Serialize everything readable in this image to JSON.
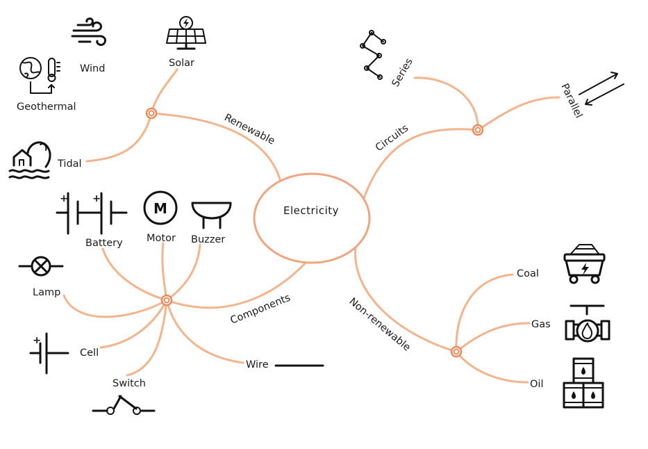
{
  "center": {
    "label": "Electricity"
  },
  "branches": {
    "renewable": "Renewable",
    "circuits": "Circuits",
    "components": "Components",
    "nonrenewable": "Non-renewable"
  },
  "leaves": {
    "solar": "Solar",
    "wind": "Wind",
    "geothermal": "Geothermal",
    "tidal": "Tidal",
    "series": "Series",
    "parallel": "Parallel",
    "battery": "Battery",
    "motor": "Motor",
    "buzzer": "Buzzer",
    "lamp": "Lamp",
    "cell": "Cell",
    "switch": "Switch",
    "wire": "Wire",
    "coal": "Coal",
    "gas": "Gas",
    "oil": "Oil"
  },
  "icon_text": {
    "motor_symbol": "M",
    "plus": "+"
  },
  "colors": {
    "branch": "#f2b48c",
    "hub": "#e88a5a",
    "icon": "#111111"
  }
}
